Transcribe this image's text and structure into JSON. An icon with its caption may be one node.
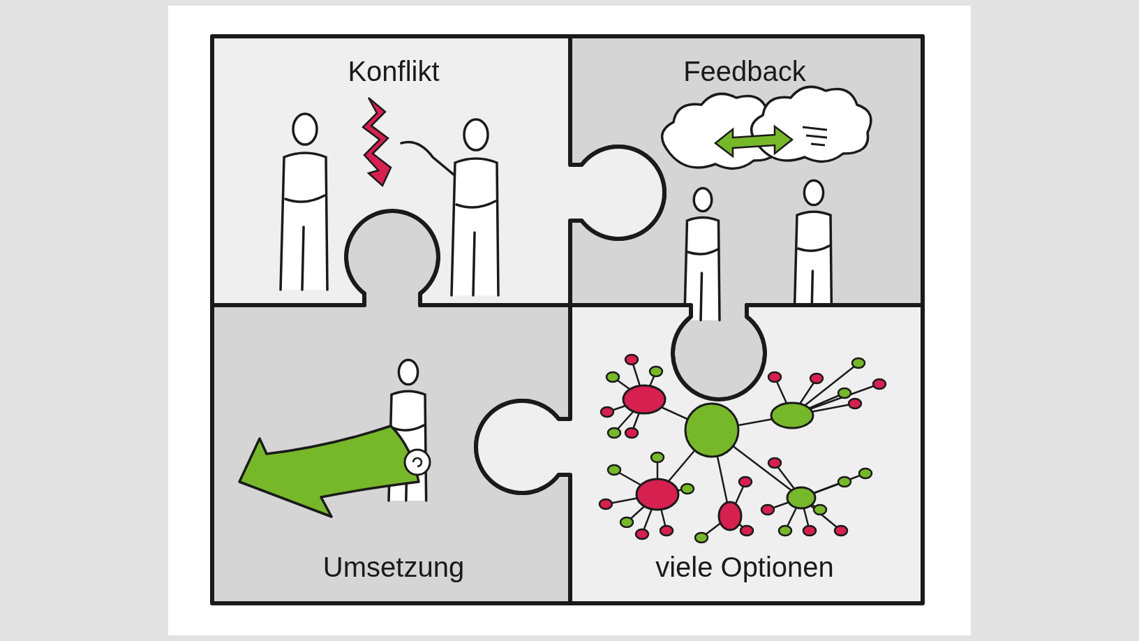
{
  "diagram": {
    "nodes": [
      {
        "text": [
          "Konflikt"
        ]
      },
      {
        "text": [
          "Feedback"
        ]
      },
      {
        "text": [
          "Umsetzung"
        ]
      },
      {
        "text": [
          "viele Optionen"
        ]
      }
    ]
  }
}
